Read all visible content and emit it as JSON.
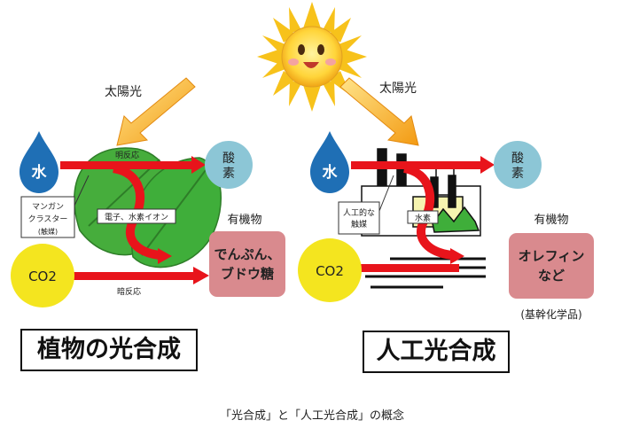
{
  "sunlight_label_left": "太陽光",
  "sunlight_label_right": "太陽光",
  "left_panel": {
    "water": "水",
    "co2": "CO2",
    "light_reaction": "明反応",
    "dark_reaction": "暗反応",
    "catalyst_line1": "マンガン",
    "catalyst_line2": "クラスター",
    "catalyst_line3": "(触媒)",
    "electron_label": "電子、水素イオン",
    "oxygen_line1": "酸",
    "oxygen_line2": "素",
    "organic_label": "有機物",
    "product_line1": "でんぷん、",
    "product_line2": "ブドウ糖",
    "title": "植物の光合成"
  },
  "right_panel": {
    "water": "水",
    "co2": "CO2",
    "catalyst_line1": "人工的な",
    "catalyst_line2": "触媒",
    "hydrogen_label": "水素",
    "oxygen_line1": "酸",
    "oxygen_line2": "素",
    "organic_label": "有機物",
    "product_line1": "オレフィン",
    "product_line2": "など",
    "product_note": "(基幹化学品)",
    "title": "人工光合成"
  },
  "caption": "「光合成」と「人工光合成」の概念",
  "colors": {
    "arrow_red": "#e8141b",
    "sun_arrow": "#f7a21b",
    "water_blue": "#1f6fb5",
    "co2_yellow": "#f4e51f",
    "oxygen_circle": "#8cc6d6",
    "product_box": "#d98a8e",
    "leaf_green": "#3fae3a"
  }
}
